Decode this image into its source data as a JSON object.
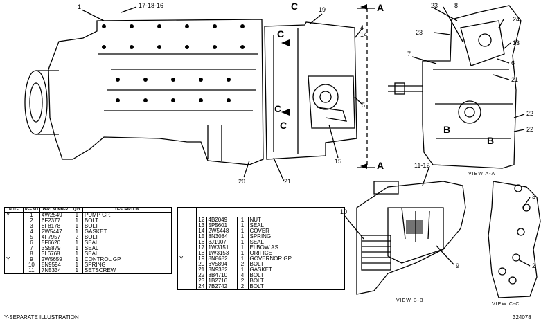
{
  "callouts": {
    "c1": "1",
    "c17": "17-18-16",
    "c19": "19",
    "c4": "4",
    "c14": "14",
    "c5": "5",
    "c15": "15",
    "c20": "20",
    "c21": "21",
    "cA_top": "A",
    "cA_bot": "A",
    "cC_top": "C",
    "cC_mid": "C",
    "cC_low1": "C",
    "cC_low2": "C",
    "rA23a": "23",
    "rA8": "8",
    "rA23b": "23",
    "rA24": "24",
    "rA13": "13",
    "rA7": "7",
    "rA6": "6",
    "rA21": "21",
    "rA22a": "22",
    "rA22b": "22",
    "rA_B1": "B",
    "rA_B2": "B",
    "b11": "11-12",
    "b10": "10",
    "b9": "9",
    "c3": "3",
    "c2": "2"
  },
  "views": {
    "viewA": "VIEW A-A",
    "viewB": "VIEW B-B",
    "viewC": "VIEW C-C"
  },
  "table_header": {
    "note": "NOTE",
    "ref_no": "REF NO",
    "part_number": "PART NUMBER",
    "qty": "QTY",
    "description": "DESCRIPTION"
  },
  "parts_left": [
    {
      "note": "Y",
      "ref": "1",
      "part": "4W2549",
      "qty": "1",
      "desc": "PUMP GP."
    },
    {
      "note": "",
      "ref": "2",
      "part": "6F2377",
      "qty": "1",
      "desc": "BOLT"
    },
    {
      "note": "",
      "ref": "3",
      "part": "8F8178",
      "qty": "1",
      "desc": "BOLT"
    },
    {
      "note": "",
      "ref": "4",
      "part": "2W5447",
      "qty": "1",
      "desc": "GASKET"
    },
    {
      "note": "",
      "ref": "5",
      "part": "4F7957",
      "qty": "2",
      "desc": "BOLT"
    },
    {
      "note": "",
      "ref": "6",
      "part": "5F6620",
      "qty": "1",
      "desc": "SEAL"
    },
    {
      "note": "",
      "ref": "7",
      "part": "3S5879",
      "qty": "1",
      "desc": "SEAL"
    },
    {
      "note": "",
      "ref": "8",
      "part": "3L6768",
      "qty": "1",
      "desc": "SEAL"
    },
    {
      "note": "Y",
      "ref": "9",
      "part": "2W5659",
      "qty": "1",
      "desc": "CONTROL GP."
    },
    {
      "note": "",
      "ref": "10",
      "part": "8N9594",
      "qty": "1",
      "desc": "SPRING"
    },
    {
      "note": "",
      "ref": "11",
      "part": "7N5334",
      "qty": "1",
      "desc": "SETSCREW"
    }
  ],
  "parts_right": [
    {
      "note": "",
      "ref": "12",
      "part": "4B2049",
      "qty": "1",
      "desc": "NUT"
    },
    {
      "note": "",
      "ref": "13",
      "part": "5P5601",
      "qty": "1",
      "desc": "SEAL"
    },
    {
      "note": "",
      "ref": "14",
      "part": "2W5448",
      "qty": "1",
      "desc": "COVER"
    },
    {
      "note": "",
      "ref": "15",
      "part": "8N3084",
      "qty": "1",
      "desc": "SPRING"
    },
    {
      "note": "",
      "ref": "16",
      "part": "3J1907",
      "qty": "1",
      "desc": "SEAL"
    },
    {
      "note": "",
      "ref": "17",
      "part": "1W3151",
      "qty": "1",
      "desc": "ELBOW AS."
    },
    {
      "note": "",
      "ref": "18",
      "part": "1W3153",
      "qty": "1",
      "desc": "ORIFICE"
    },
    {
      "note": "Y",
      "ref": "19",
      "part": "8N8682",
      "qty": "1",
      "desc": "GOVERNOR GP."
    },
    {
      "note": "",
      "ref": "20",
      "part": "6V5894",
      "qty": "2",
      "desc": "BOLT"
    },
    {
      "note": "",
      "ref": "21",
      "part": "3N9382",
      "qty": "1",
      "desc": "GASKET"
    },
    {
      "note": "",
      "ref": "22",
      "part": "8B4710",
      "qty": "4",
      "desc": "BOLT"
    },
    {
      "note": "",
      "ref": "23",
      "part": "1B2716",
      "qty": "2",
      "desc": "BOLT"
    },
    {
      "note": "",
      "ref": "24",
      "part": "7B2742",
      "qty": "2",
      "desc": "BOLT"
    }
  ],
  "footer": {
    "legend": "Y-SEPARATE ILLUSTRATION",
    "drawing_number": "324078"
  }
}
